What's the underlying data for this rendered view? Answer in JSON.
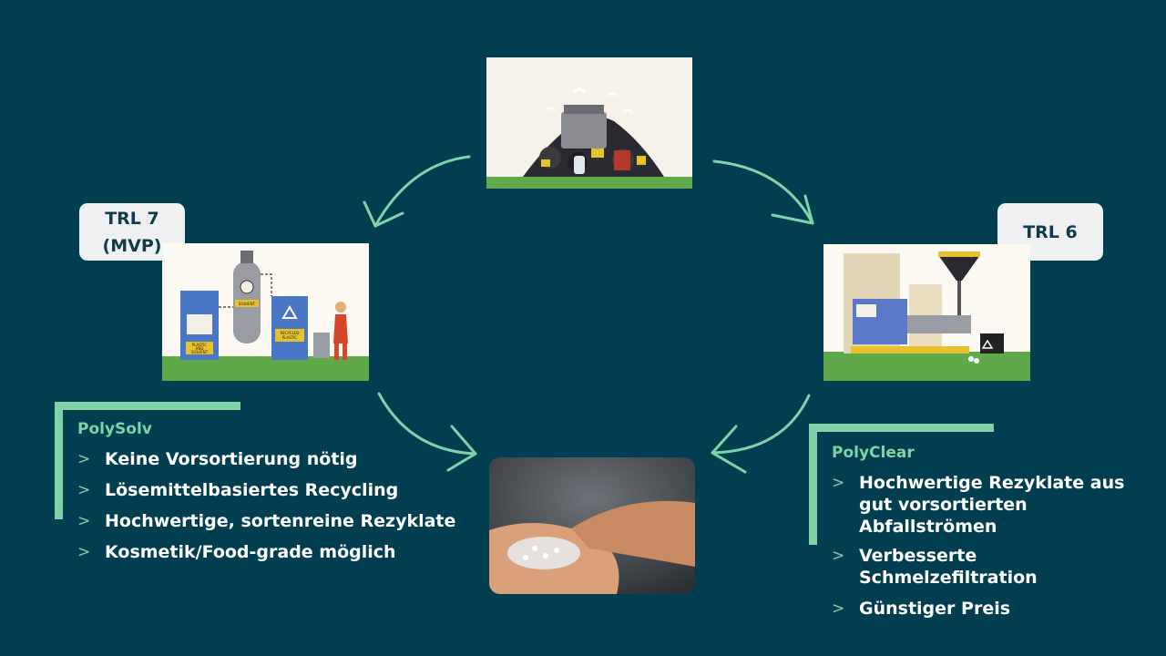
{
  "left_badge": {
    "line1": "TRL 7",
    "line2": "(MVP)"
  },
  "right_badge": {
    "label": "TRL 6"
  },
  "polysolv": {
    "title": "PolySolv",
    "bullets": [
      "Keine Vorsortierung nötig",
      "Lösemittelbasiertes Recycling",
      "Hochwertige, sortenreine Rezyklate",
      "Kosmetik/Food-grade möglich"
    ]
  },
  "polyclear": {
    "title": "PolyClear",
    "bullets": [
      "Hochwertige Rezyklate aus gut vorsortierten Abfallströmen",
      "Verbesserte Schmelzefiltration",
      "Günstiger Preis"
    ]
  },
  "illustration_labels": {
    "tank": "SOLVENT",
    "bin_left_line1": "PLASTIC",
    "bin_left_line2": "AND",
    "bin_left_line3": "SOLVENT",
    "bin_right_line1": "RECYCLED",
    "bin_right_line2": "PLASTIC"
  },
  "colors": {
    "background": "#003e50",
    "accent": "#7fd3a8",
    "badge_bg": "#eef0f1"
  }
}
